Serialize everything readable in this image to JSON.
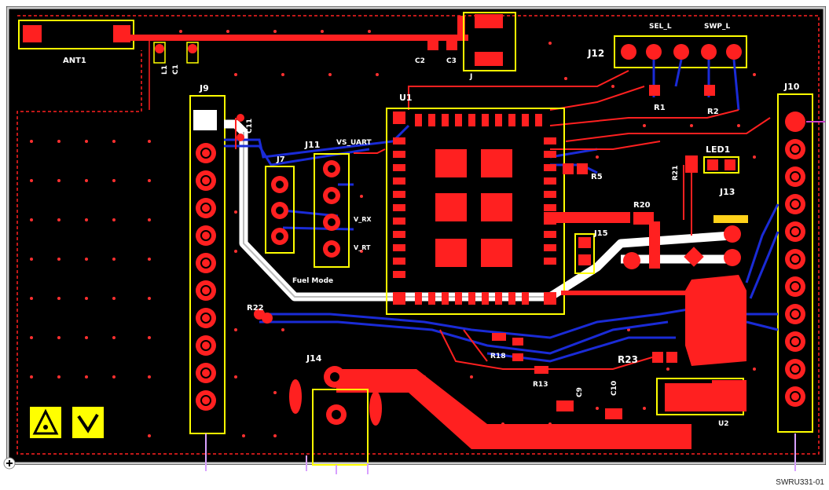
{
  "figure": {
    "caption": "SWRU331-01"
  },
  "designators": {
    "ant1": "ANT1",
    "c1": "C1",
    "l1": "L1",
    "c2": "C2",
    "c3": "C3",
    "j12": "J12",
    "sel_l": "SEL_L",
    "swp_l": "SWP_L",
    "j9": "J9",
    "j10": "J10",
    "u1": "U1",
    "r1": "R1",
    "r2": "R2",
    "j7": "J7",
    "j11": "J11",
    "vs_uart": "VS_UART",
    "led1": "LED1",
    "r21": "R21",
    "r5": "R5",
    "j13": "J13",
    "r20": "R20",
    "j15": "J15",
    "r23": "R23",
    "j14": "J14",
    "r13": "R13",
    "r18": "R18",
    "c9": "C9",
    "c10": "C10",
    "u2": "U2",
    "vs_rx": "V_RX",
    "vs_rt": "V_RT",
    "r22": "R22",
    "fuel_mode": "Fuel Mode"
  },
  "colors": {
    "board": "#000000",
    "copper_top": "#ff0000",
    "copper_bottom": "#1a2bd6",
    "silkscreen": "#ffff00",
    "outline": "#ffffff",
    "keepout": "#d7d7d7"
  },
  "icons": [
    "esd-warning-icon",
    "caution-icon",
    "origin-marker-icon"
  ]
}
